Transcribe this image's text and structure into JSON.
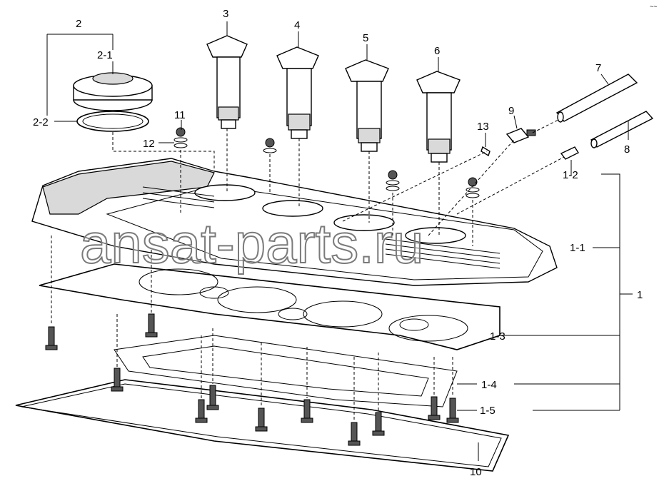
{
  "corner_mark": "~~",
  "watermark": "ansat-parts.ru",
  "callouts": {
    "c1": "1",
    "c1_1": "1-1",
    "c1_2": "1-2",
    "c1_3": "1-3",
    "c1_4": "1-4",
    "c1_5": "1-5",
    "c2": "2",
    "c2_1": "2-1",
    "c2_2": "2-2",
    "c3": "3",
    "c4": "4",
    "c5": "5",
    "c6": "6",
    "c7": "7",
    "c8": "8",
    "c9": "9",
    "c10": "10",
    "c11": "11",
    "c12": "12",
    "c13": "13"
  }
}
